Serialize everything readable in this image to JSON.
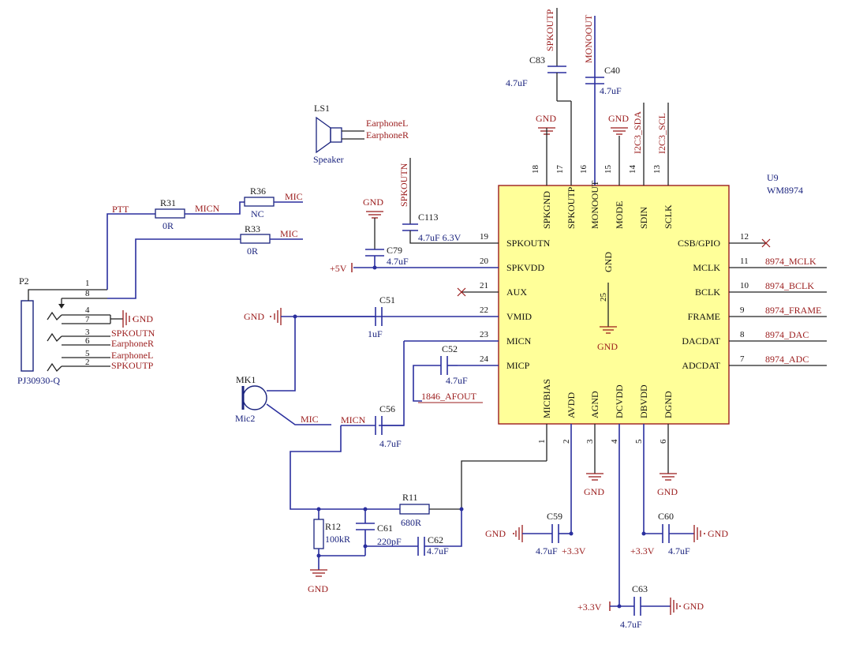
{
  "ic": {
    "ref": "U9",
    "part": "WM8974",
    "pins_left": [
      {
        "num": "19",
        "name": "SPKOUTN"
      },
      {
        "num": "20",
        "name": "SPKVDD"
      },
      {
        "num": "21",
        "name": "AUX"
      },
      {
        "num": "22",
        "name": "VMID"
      },
      {
        "num": "23",
        "name": "MICN"
      },
      {
        "num": "24",
        "name": "MICP"
      }
    ],
    "pins_right": [
      {
        "num": "12",
        "name": "CSB/GPIO",
        "net": ""
      },
      {
        "num": "11",
        "name": "MCLK",
        "net": "8974_MCLK"
      },
      {
        "num": "10",
        "name": "BCLK",
        "net": "8974_BCLK"
      },
      {
        "num": "9",
        "name": "FRAME",
        "net": "8974_FRAME"
      },
      {
        "num": "8",
        "name": "DACDAT",
        "net": "8974_DAC"
      },
      {
        "num": "7",
        "name": "ADCDAT",
        "net": "8974_ADC"
      }
    ],
    "pins_top": [
      {
        "num": "18",
        "name": "SPKGND"
      },
      {
        "num": "17",
        "name": "SPKOUTP"
      },
      {
        "num": "16",
        "name": "MONOOUT"
      },
      {
        "num": "15",
        "name": "MODE"
      },
      {
        "num": "14",
        "name": "SDIN"
      },
      {
        "num": "13",
        "name": "SCLK"
      }
    ],
    "pins_bottom": [
      {
        "num": "1",
        "name": "MICBIAS"
      },
      {
        "num": "2",
        "name": "AVDD"
      },
      {
        "num": "3",
        "name": "AGND"
      },
      {
        "num": "4",
        "name": "DCVDD"
      },
      {
        "num": "5",
        "name": "DBVDD"
      },
      {
        "num": "6",
        "name": "DGND"
      }
    ],
    "center_pin": {
      "num": "25",
      "name": "GND"
    }
  },
  "connector": {
    "ref": "P2",
    "part": "PJ30930-Q",
    "pins": [
      {
        "num": "1",
        "net": ""
      },
      {
        "num": "8",
        "net": ""
      },
      {
        "num": "4",
        "net": ""
      },
      {
        "num": "7",
        "net": ""
      },
      {
        "num": "3",
        "net": "SPKOUTN"
      },
      {
        "num": "6",
        "net": "EarphoneR"
      },
      {
        "num": "5",
        "net": "EarphoneL"
      },
      {
        "num": "2",
        "net": "SPKOUTP"
      }
    ]
  },
  "speaker": {
    "ref": "LS1",
    "name": "Speaker",
    "net1": "EarphoneL",
    "net2": "EarphoneR"
  },
  "mic": {
    "ref": "MK1",
    "name": "Mic2"
  },
  "resistors": {
    "r31": {
      "ref": "R31",
      "value": "0R"
    },
    "r36": {
      "ref": "R36",
      "value": "NC"
    },
    "r33": {
      "ref": "R33",
      "value": "0R"
    },
    "r11": {
      "ref": "R11",
      "value": "680R"
    },
    "r12": {
      "ref": "R12",
      "value": "100kR"
    }
  },
  "capacitors": {
    "c83": {
      "ref": "C83",
      "value": "4.7uF"
    },
    "c40": {
      "ref": "C40",
      "value": "4.7uF"
    },
    "c113": {
      "ref": "C113",
      "value": "4.7uF 6.3V"
    },
    "c79": {
      "ref": "C79",
      "value": "4.7uF"
    },
    "c51": {
      "ref": "C51",
      "value": "1uF"
    },
    "c52": {
      "ref": "C52",
      "value": "4.7uF"
    },
    "c56": {
      "ref": "C56",
      "value": "4.7uF"
    },
    "c61": {
      "ref": "C61",
      "value": "220pF"
    },
    "c62": {
      "ref": "C62",
      "value": "4.7uF"
    },
    "c59": {
      "ref": "C59",
      "value": "4.7uF"
    },
    "c60": {
      "ref": "C60",
      "value": "4.7uF"
    },
    "c63": {
      "ref": "C63",
      "value": "4.7uF"
    }
  },
  "nets": {
    "ptt": "PTT",
    "micn": "MICN",
    "mic": "MIC",
    "gnd": "GND",
    "vcc5": "+5V",
    "vcc33": "+3.3V",
    "spkoutp": "SPKOUTP",
    "spkoutn": "SPKOUTN",
    "monoout": "MONOOUT",
    "i2c_sda": "I2C3_SDA",
    "i2c_scl": "I2C3_SCL",
    "afout": "1846_AFOUT"
  },
  "colors": {
    "wire": "#2a2f9e",
    "net_label": "#9b1c1c",
    "ic_fill": "#ffff99",
    "ic_border": "#9b1c1c"
  }
}
